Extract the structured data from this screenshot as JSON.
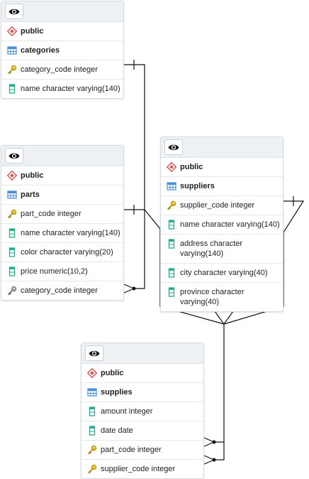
{
  "tables": [
    {
      "id": "categories",
      "schema": "public",
      "name": "categories",
      "columns": [
        {
          "label": "category_code integer",
          "icon": "key-icon"
        },
        {
          "label": "name character varying(140)",
          "icon": "column-icon"
        }
      ]
    },
    {
      "id": "parts",
      "schema": "public",
      "name": "parts",
      "columns": [
        {
          "label": "part_code integer",
          "icon": "key-icon"
        },
        {
          "label": "name character varying(140)",
          "icon": "column-icon"
        },
        {
          "label": "color character varying(20)",
          "icon": "column-icon"
        },
        {
          "label": "price numeric(10,2)",
          "icon": "column-icon"
        },
        {
          "label": "category_code integer",
          "icon": "foreign-key-icon"
        }
      ]
    },
    {
      "id": "suppliers",
      "schema": "public",
      "name": "suppliers",
      "columns": [
        {
          "label": "supplier_code integer",
          "icon": "key-icon"
        },
        {
          "label": "name character varying(140)",
          "icon": "column-icon"
        },
        {
          "label": "address character varying(140)",
          "icon": "column-icon"
        },
        {
          "label": "city character varying(40)",
          "icon": "column-icon"
        },
        {
          "label": "province character varying(40)",
          "icon": "column-icon"
        }
      ]
    },
    {
      "id": "supplies",
      "schema": "public",
      "name": "supplies",
      "columns": [
        {
          "label": "amount integer",
          "icon": "column-icon"
        },
        {
          "label": "date date",
          "icon": "column-icon"
        },
        {
          "label": "part_code integer",
          "icon": "key-icon"
        },
        {
          "label": "supplier_code integer",
          "icon": "key-icon"
        }
      ]
    }
  ],
  "colors": {
    "line": "#111111",
    "key": "#e3b81f",
    "column": "#2bab8f",
    "table_icon": "#4a90d9",
    "schema_icon": "#d9534f"
  }
}
